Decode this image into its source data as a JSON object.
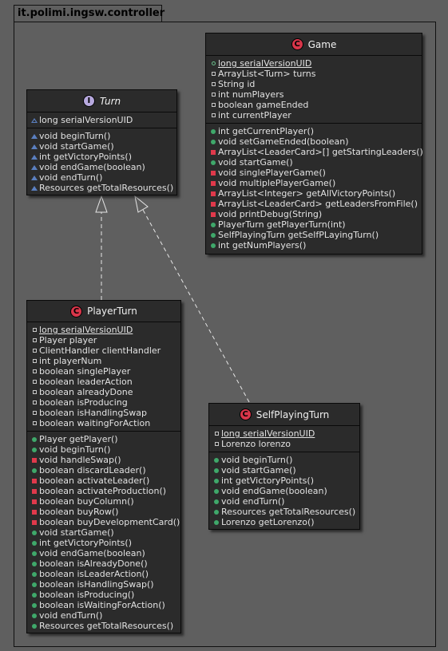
{
  "package": {
    "name": "it.polimi.ingsw.controller"
  },
  "colors": {
    "background": "#5f5f5f",
    "class_fill": "#2b2b2b",
    "class_stereotype": "#d9364a",
    "interface_stereotype": "#b7a9de",
    "public_marker": "#3fa86a",
    "private_method_marker": "#e0394b",
    "package_marker": "#5a7fc0"
  },
  "classes": {
    "game": {
      "stereotype": "C",
      "name": "Game",
      "fields": [
        {
          "vis": "public",
          "text": "long serialVersionUID",
          "static": true
        },
        {
          "vis": "private",
          "text": "ArrayList<Turn> turns"
        },
        {
          "vis": "private",
          "text": "String id"
        },
        {
          "vis": "private",
          "text": "int numPlayers"
        },
        {
          "vis": "private",
          "text": "boolean gameEnded"
        },
        {
          "vis": "private",
          "text": "int currentPlayer"
        }
      ],
      "methods": [
        {
          "vis": "public",
          "text": "int getCurrentPlayer()"
        },
        {
          "vis": "public",
          "text": "void setGameEnded(boolean)"
        },
        {
          "vis": "private",
          "text": "ArrayList<LeaderCard>[] getStartingLeaders()"
        },
        {
          "vis": "public",
          "text": "void startGame()"
        },
        {
          "vis": "private",
          "text": "void singlePlayerGame()"
        },
        {
          "vis": "private",
          "text": "void multiplePlayerGame()"
        },
        {
          "vis": "private",
          "text": "ArrayList<Integer> getAllVictoryPoints()"
        },
        {
          "vis": "private",
          "text": "ArrayList<LeaderCard> getLeadersFromFile()"
        },
        {
          "vis": "private",
          "text": "void printDebug(String)"
        },
        {
          "vis": "public",
          "text": "PlayerTurn getPlayerTurn(int)"
        },
        {
          "vis": "public",
          "text": "SelfPlayingTurn getSelfPLayingTurn()"
        },
        {
          "vis": "public",
          "text": "int getNumPlayers()"
        }
      ]
    },
    "turn": {
      "stereotype": "I",
      "name": "Turn",
      "fields": [
        {
          "vis": "package",
          "text": "long serialVersionUID"
        }
      ],
      "methods": [
        {
          "vis": "package",
          "text": "void beginTurn()"
        },
        {
          "vis": "package",
          "text": "void startGame()"
        },
        {
          "vis": "package",
          "text": "int getVictoryPoints()"
        },
        {
          "vis": "package",
          "text": "void endGame(boolean)"
        },
        {
          "vis": "package",
          "text": "void endTurn()"
        },
        {
          "vis": "package",
          "text": "Resources getTotalResources()"
        }
      ]
    },
    "player_turn": {
      "stereotype": "C",
      "name": "PlayerTurn",
      "fields": [
        {
          "vis": "private",
          "text": "long serialVersionUID",
          "static": true
        },
        {
          "vis": "private",
          "text": "Player player"
        },
        {
          "vis": "private",
          "text": "ClientHandler clientHandler"
        },
        {
          "vis": "private",
          "text": "int playerNum"
        },
        {
          "vis": "private",
          "text": "boolean singlePlayer"
        },
        {
          "vis": "private",
          "text": "boolean leaderAction"
        },
        {
          "vis": "private",
          "text": "boolean alreadyDone"
        },
        {
          "vis": "private",
          "text": "boolean isProducing"
        },
        {
          "vis": "private",
          "text": "boolean isHandlingSwap"
        },
        {
          "vis": "private",
          "text": "boolean waitingForAction"
        }
      ],
      "methods": [
        {
          "vis": "public",
          "text": "Player getPlayer()"
        },
        {
          "vis": "public",
          "text": "void beginTurn()"
        },
        {
          "vis": "private",
          "text": "void handleSwap()"
        },
        {
          "vis": "public",
          "text": "boolean discardLeader()"
        },
        {
          "vis": "private",
          "text": "boolean activateLeader()"
        },
        {
          "vis": "private",
          "text": "boolean activateProduction()"
        },
        {
          "vis": "private",
          "text": "boolean buyColumn()"
        },
        {
          "vis": "private",
          "text": "boolean buyRow()"
        },
        {
          "vis": "private",
          "text": "boolean buyDevelopmentCard()"
        },
        {
          "vis": "public",
          "text": "void startGame()"
        },
        {
          "vis": "public",
          "text": "int getVictoryPoints()"
        },
        {
          "vis": "public",
          "text": "void endGame(boolean)"
        },
        {
          "vis": "public",
          "text": "boolean isAlreadyDone()"
        },
        {
          "vis": "public",
          "text": "boolean isLeaderAction()"
        },
        {
          "vis": "public",
          "text": "boolean isHandlingSwap()"
        },
        {
          "vis": "public",
          "text": "boolean isProducing()"
        },
        {
          "vis": "public",
          "text": "boolean isWaitingForAction()"
        },
        {
          "vis": "public",
          "text": "void endTurn()"
        },
        {
          "vis": "public",
          "text": "Resources getTotalResources()"
        }
      ]
    },
    "self_playing_turn": {
      "stereotype": "C",
      "name": "SelfPlayingTurn",
      "fields": [
        {
          "vis": "private",
          "text": "long serialVersionUID",
          "static": true
        },
        {
          "vis": "private",
          "text": "Lorenzo lorenzo"
        }
      ],
      "methods": [
        {
          "vis": "public",
          "text": "void beginTurn()"
        },
        {
          "vis": "public",
          "text": "void startGame()"
        },
        {
          "vis": "public",
          "text": "int getVictoryPoints()"
        },
        {
          "vis": "public",
          "text": "void endGame(boolean)"
        },
        {
          "vis": "public",
          "text": "void endTurn()"
        },
        {
          "vis": "public",
          "text": "Resources getTotalResources()"
        },
        {
          "vis": "public",
          "text": "Lorenzo getLorenzo()"
        }
      ]
    }
  }
}
